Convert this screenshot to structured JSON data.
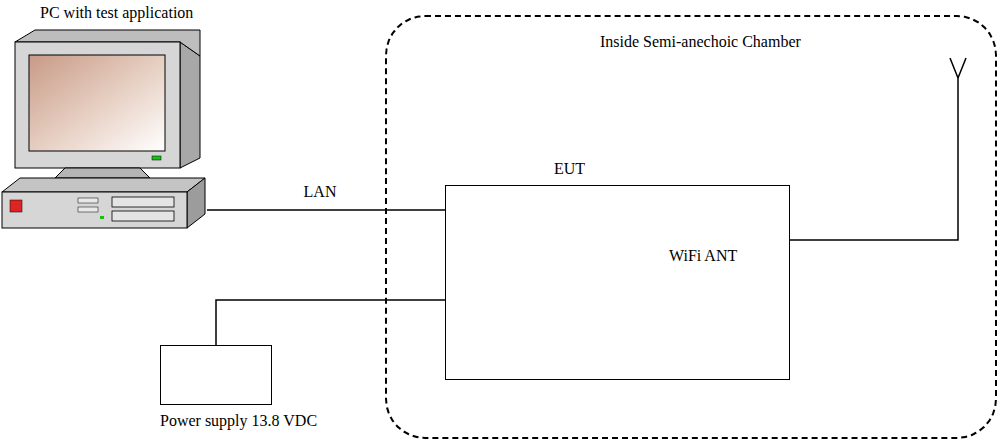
{
  "diagram": {
    "nodes": [
      {
        "text": [
          "PC with test application"
        ]
      },
      {
        "text": [
          "Inside Semi-anechoic Chamber"
        ]
      },
      {
        "text": [
          "EUT",
          "WiFi ANT"
        ],
        "in": 1
      },
      {
        "text": [
          "Power supply 13.8 VDC"
        ]
      }
    ],
    "edges": [
      {
        "from": 0,
        "to": 2,
        "arrow": "none",
        "label": "LAN"
      },
      {
        "from": 3,
        "to": 2,
        "arrow": "none"
      }
    ]
  }
}
